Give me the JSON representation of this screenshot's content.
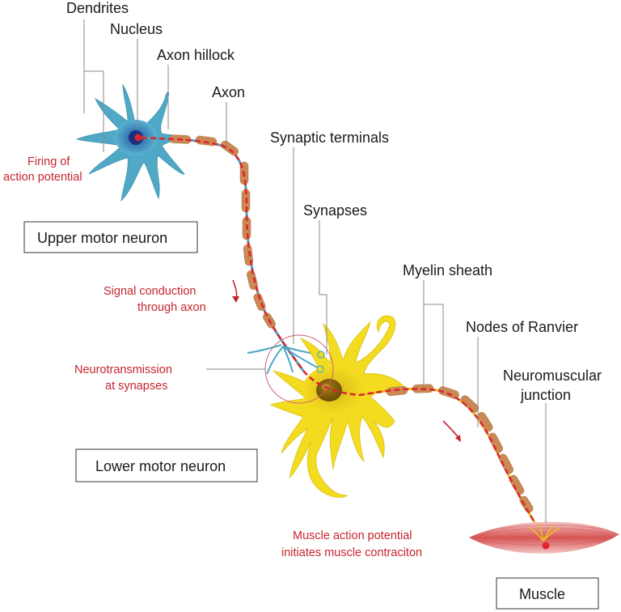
{
  "labels": {
    "dendrites": "Dendrites",
    "nucleus": "Nucleus",
    "axon_hillock": "Axon hillock",
    "axon": "Axon",
    "synaptic_terminals": "Synaptic terminals",
    "synapses": "Synapses",
    "myelin_sheath": "Myelin sheath",
    "nodes_of_ranvier": "Nodes of Ranvier",
    "nmj_line1": "Neuromuscular",
    "nmj_line2": "junction"
  },
  "annotations": {
    "firing_line1": "Firing of",
    "firing_line2": "action potential",
    "signal_line1": "Signal conduction",
    "signal_line2": "through axon",
    "neurotrans_line1": "Neurotransmission",
    "neurotrans_line2": "at synapses",
    "muscle_ap_line1": "Muscle action potential",
    "muscle_ap_line2": "initiates muscle contraciton"
  },
  "boxes": {
    "upper": "Upper motor neuron",
    "lower": "Lower motor neuron",
    "muscle": "Muscle"
  },
  "colors": {
    "upper_neuron": "#4aa8c4",
    "lower_neuron": "#f0d81a",
    "myelin": "#c98a55",
    "signal": "#e0242e",
    "muscle": "#d85a5a"
  }
}
